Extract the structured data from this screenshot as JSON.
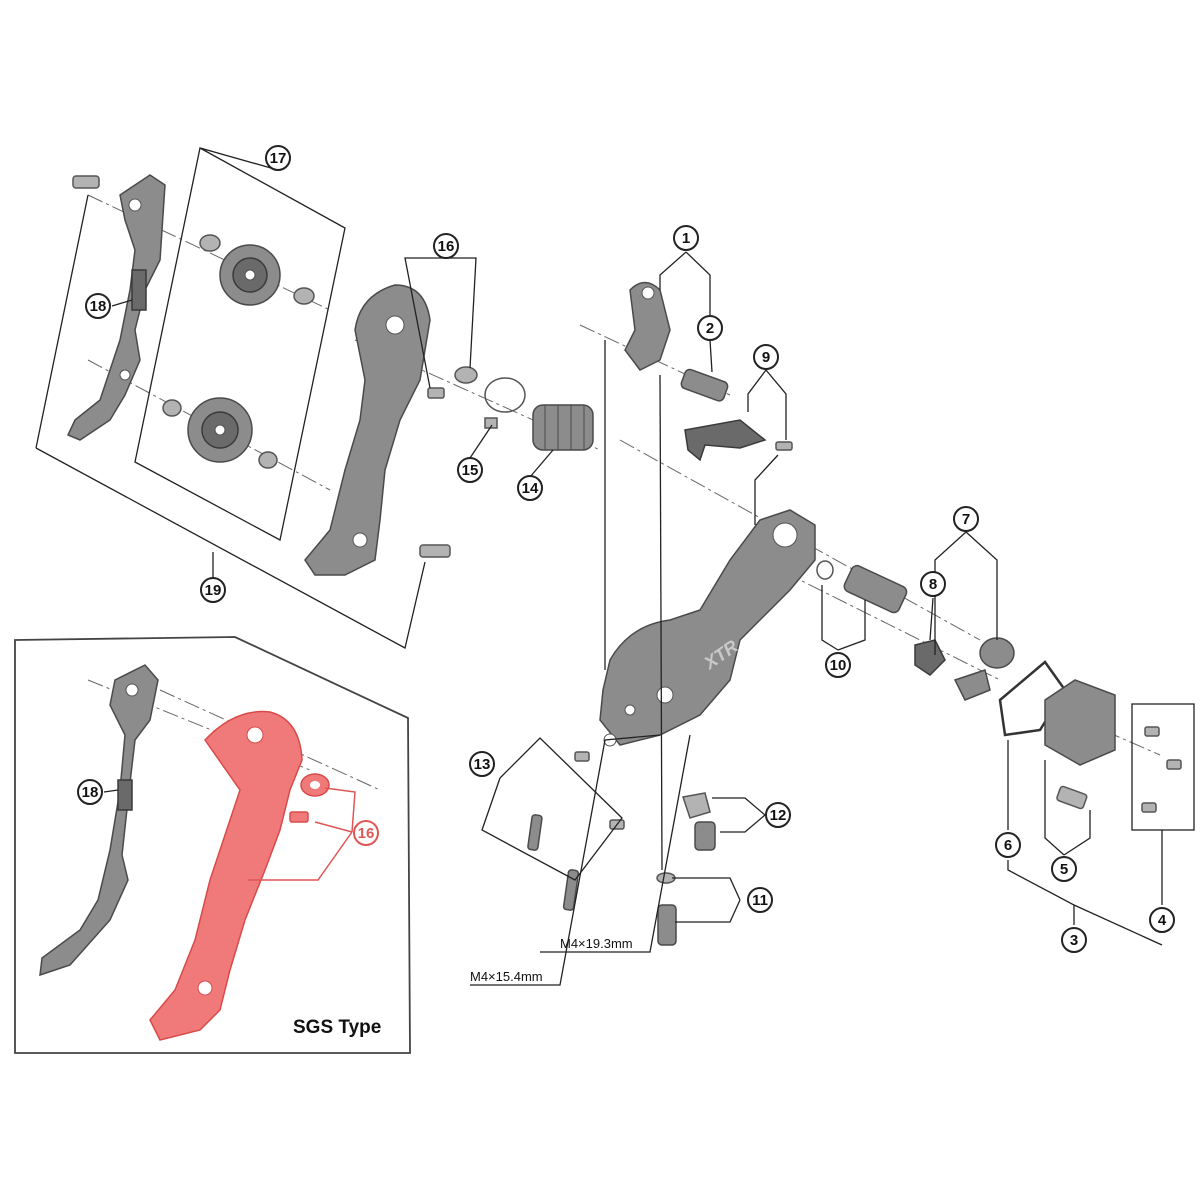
{
  "callouts": {
    "c1": "1",
    "c2": "2",
    "c3": "3",
    "c4": "4",
    "c5": "5",
    "c6": "6",
    "c7": "7",
    "c8": "8",
    "c9": "9",
    "c10": "10",
    "c11": "11",
    "c12": "12",
    "c13": "13",
    "c14": "14",
    "c15": "15",
    "c16": "16",
    "c17": "17",
    "c18": "18",
    "c19": "19",
    "inset16": "16",
    "inset18": "18"
  },
  "dimensions": {
    "bolt_long": "M4×19.3mm",
    "bolt_short": "M4×15.4mm"
  },
  "inset": {
    "label": "SGS Type"
  },
  "colors": {
    "highlight": "#f07a7a",
    "part_gray": "#8c8c8c"
  }
}
